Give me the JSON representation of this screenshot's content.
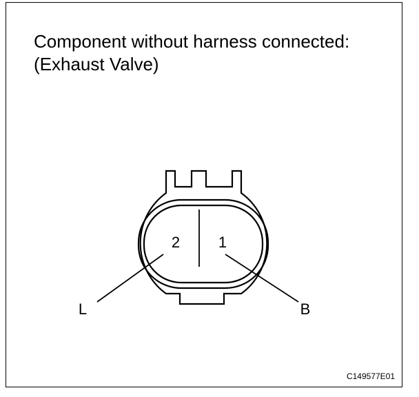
{
  "heading": {
    "line1": "Component without harness connected:",
    "line2": "(Exhaust Valve)"
  },
  "connector": {
    "terminals": [
      {
        "number": "2",
        "wire_color": "L"
      },
      {
        "number": "1",
        "wire_color": "B"
      }
    ]
  },
  "figure_code": "C149577E01"
}
